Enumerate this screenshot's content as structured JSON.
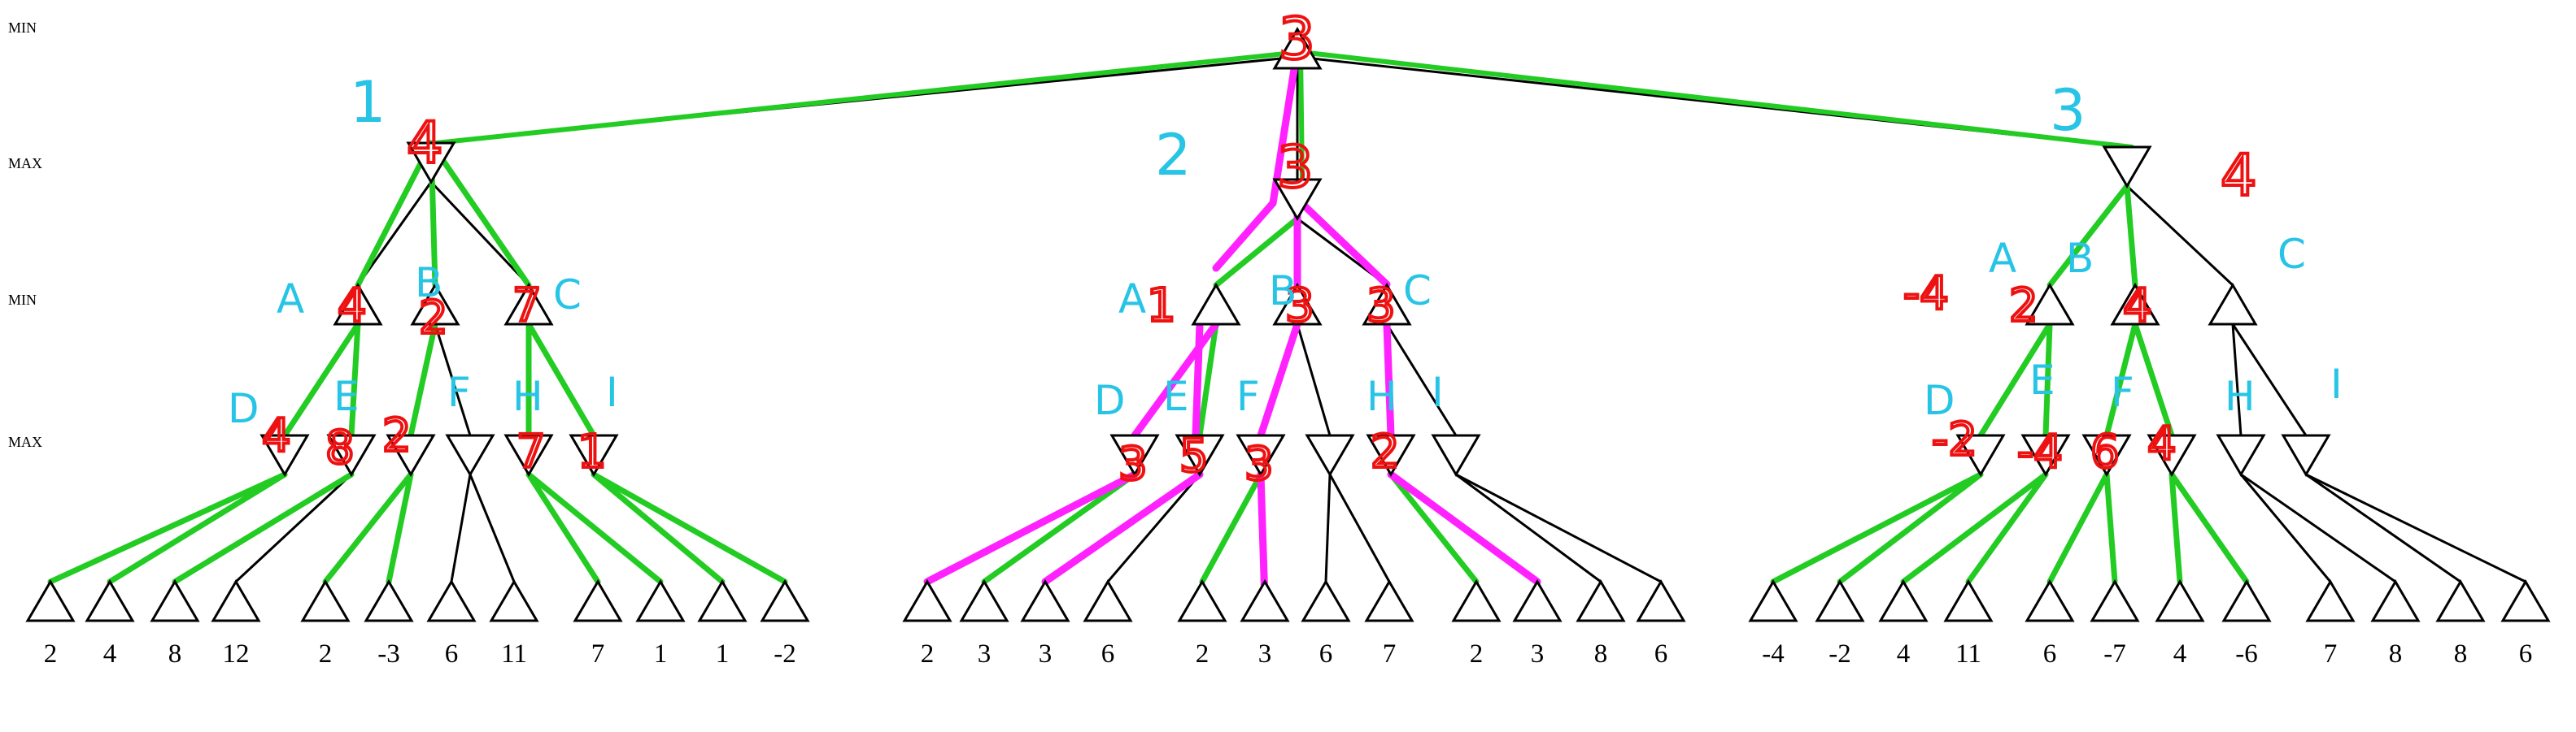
{
  "levels": {
    "l0": "MIN",
    "l1": "MAX",
    "l2": "MIN",
    "l3": "MAX"
  },
  "leaves": [
    [
      "2",
      "4",
      "8",
      "12",
      "2",
      "-3",
      "6",
      "11",
      "7",
      "1",
      "1",
      "-2"
    ],
    [
      "2",
      "3",
      "3",
      "6",
      "2",
      "3",
      "6",
      "7",
      "2",
      "3",
      "8",
      "6"
    ],
    [
      "-4",
      "-2",
      "4",
      "11",
      "6",
      "-7",
      "4",
      "-6",
      "7",
      "8",
      "8",
      "6"
    ]
  ],
  "annotations": {
    "root_value": "3",
    "max_values": [
      "4",
      "3",
      "4"
    ],
    "subtree_labels": [
      "1",
      "2",
      "3"
    ],
    "min_values_left": [
      "4",
      "2",
      "7"
    ],
    "min_values_mid": [
      "1",
      "3",
      "3"
    ],
    "min_values_right": [
      "-4",
      "2",
      "4"
    ],
    "max3_values_left": [
      "4",
      "8",
      "2",
      "7",
      "1"
    ],
    "max3_values_mid": [
      "3",
      "5",
      "3",
      "2"
    ],
    "max3_values_right": [
      "-2",
      "-4",
      "6",
      "4"
    ],
    "letters_l2": [
      "A",
      "B",
      "C"
    ],
    "letters_l3": [
      "D",
      "E",
      "F",
      "H",
      "I"
    ]
  },
  "colors": {
    "line": "#000000",
    "visited": "#22cc22",
    "path": "#ff22ff",
    "value_ink": "#ee1111",
    "order_ink": "#27c4e6"
  }
}
